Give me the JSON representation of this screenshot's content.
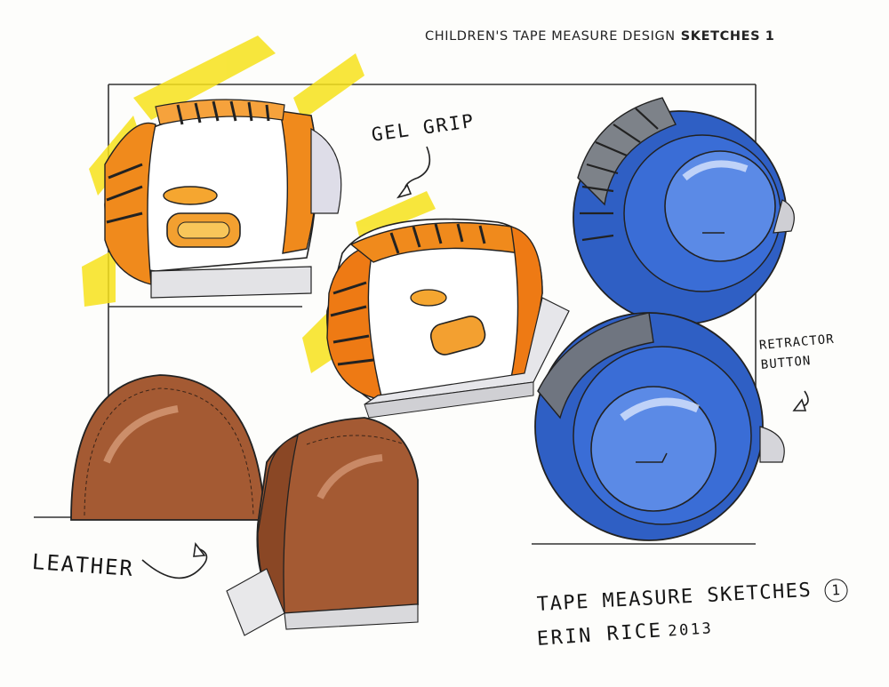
{
  "header": {
    "title": "CHILDREN'S TAPE MEASURE DESIGN",
    "subtitle": "SKETCHES 1"
  },
  "annotations": {
    "gel_grip": "GEL GRIP",
    "retractor_line1": "RETRACTOR",
    "retractor_line2": "BUTTON",
    "leather": "LEATHER"
  },
  "signature": {
    "title": "TAPE MEASURE SKETCHES",
    "number": "1",
    "author": "ERIN RICE",
    "year": "2013"
  },
  "colors": {
    "orange": "#f08a1c",
    "yellow_marker": "#f7e21b",
    "blue": "#2f5fc4",
    "brown": "#a45a33"
  }
}
